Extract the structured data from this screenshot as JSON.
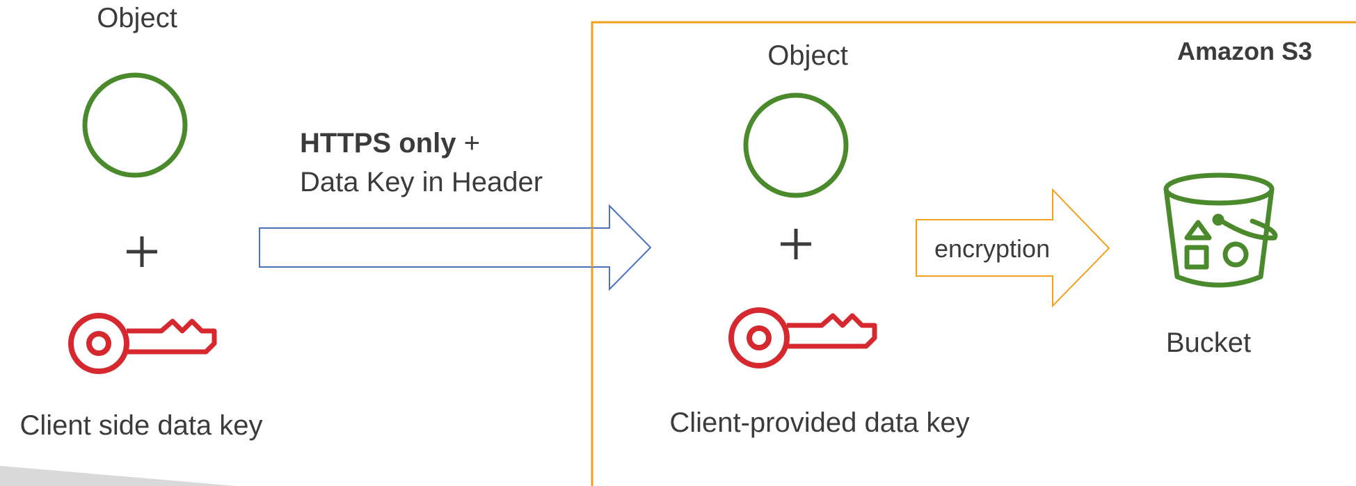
{
  "left": {
    "object_label": "Object",
    "plus": "+",
    "key_label": "Client side data key"
  },
  "transfer": {
    "bold": "HTTPS only",
    "plus": "+",
    "line2": "Data Key in Header"
  },
  "s3": {
    "title": "Amazon S3",
    "object_label": "Object",
    "plus": "+",
    "key_label": "Client-provided data key",
    "encryption_label": "encryption",
    "bucket_label": "Bucket"
  },
  "colors": {
    "object_green": "#4a8a2c",
    "key_red": "#d6282f",
    "transfer_arrow_blue": "#4a72c4",
    "s3_border_orange": "#f2a11c",
    "bucket_green": "#4a8a2c",
    "text": "#3b3b3b",
    "shadow_gray": "#d9d9d9"
  },
  "icons": {
    "object": "circle-outline-icon",
    "key": "key-icon",
    "bucket": "s3-bucket-icon",
    "transfer": "block-arrow-right-icon",
    "encryption": "block-arrow-right-icon"
  }
}
